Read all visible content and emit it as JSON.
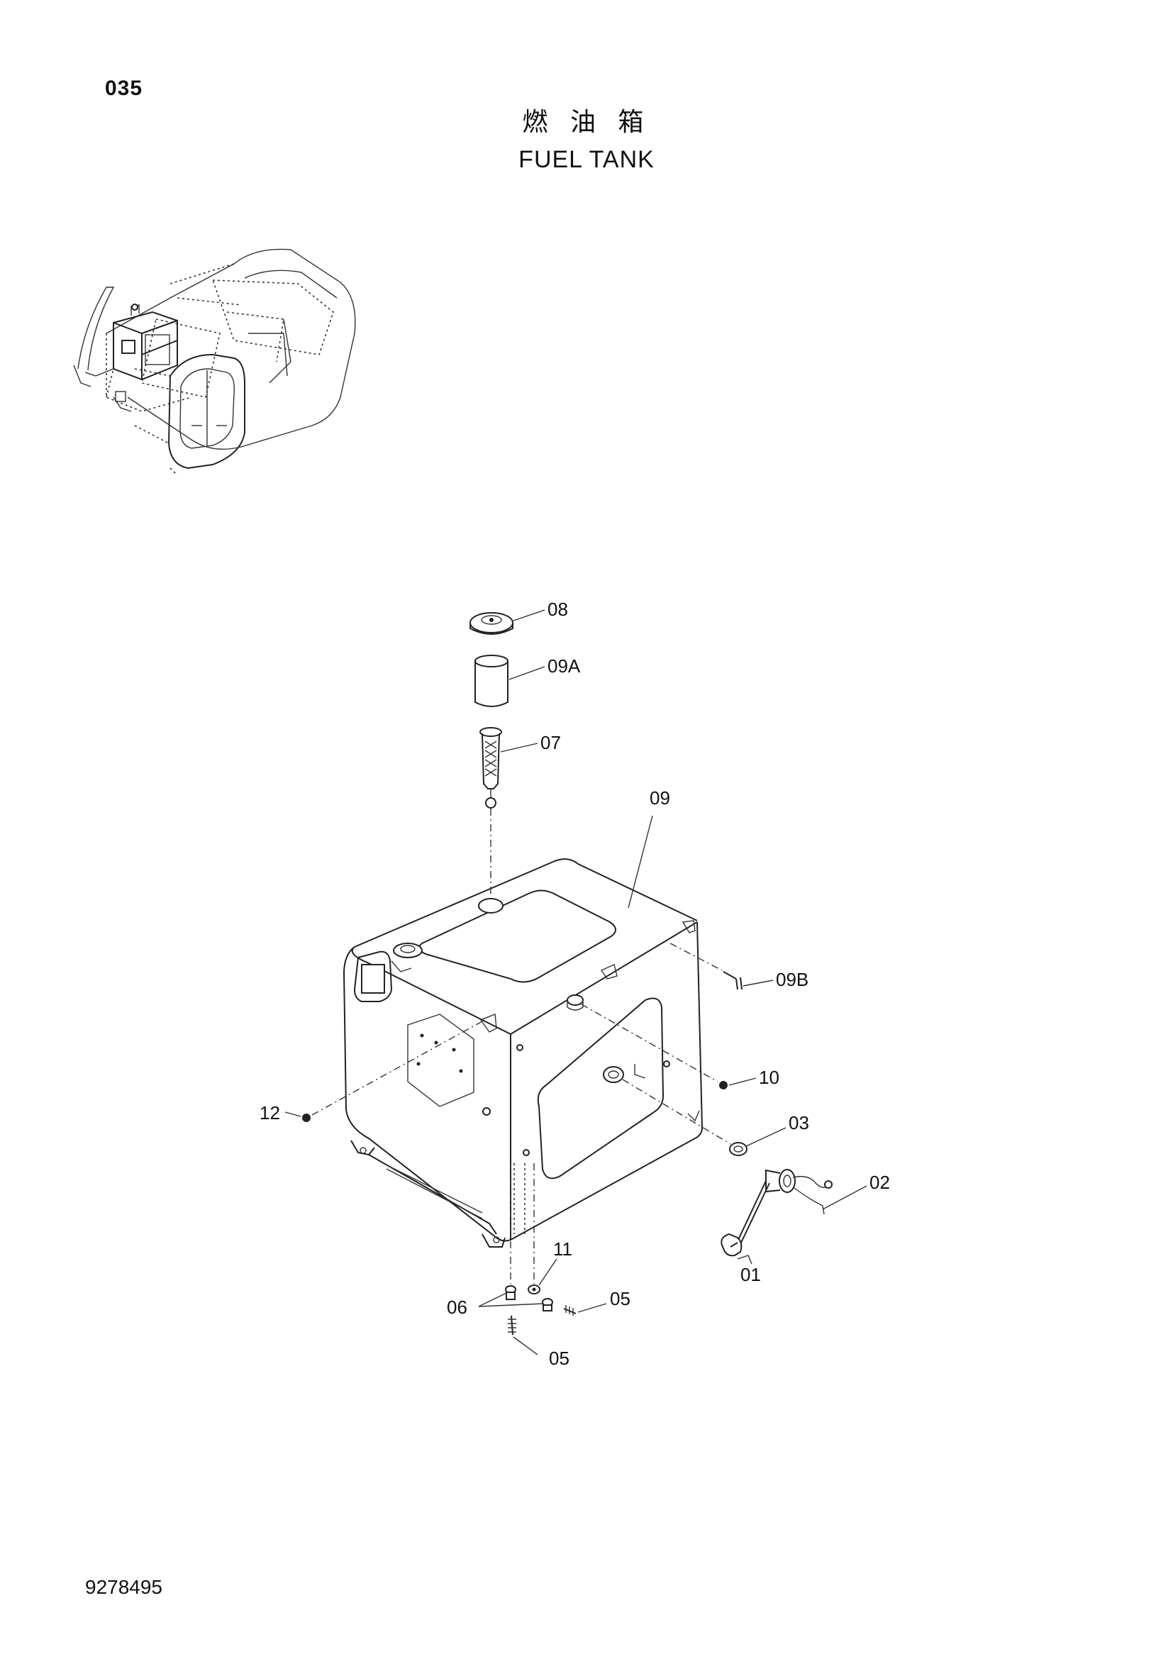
{
  "page": {
    "number": "035",
    "title_zh": "燃 油 箱",
    "title_en": "FUEL  TANK",
    "doc_number": "9278495"
  },
  "callouts": {
    "p08": "08",
    "p09A": "09A",
    "p07": "07",
    "p09": "09",
    "p09B": "09B",
    "p10": "10",
    "p12": "12",
    "p03": "03",
    "p02": "02",
    "p01": "01",
    "p11": "11",
    "p06": "06",
    "p05a": "05",
    "p05b": "05"
  }
}
